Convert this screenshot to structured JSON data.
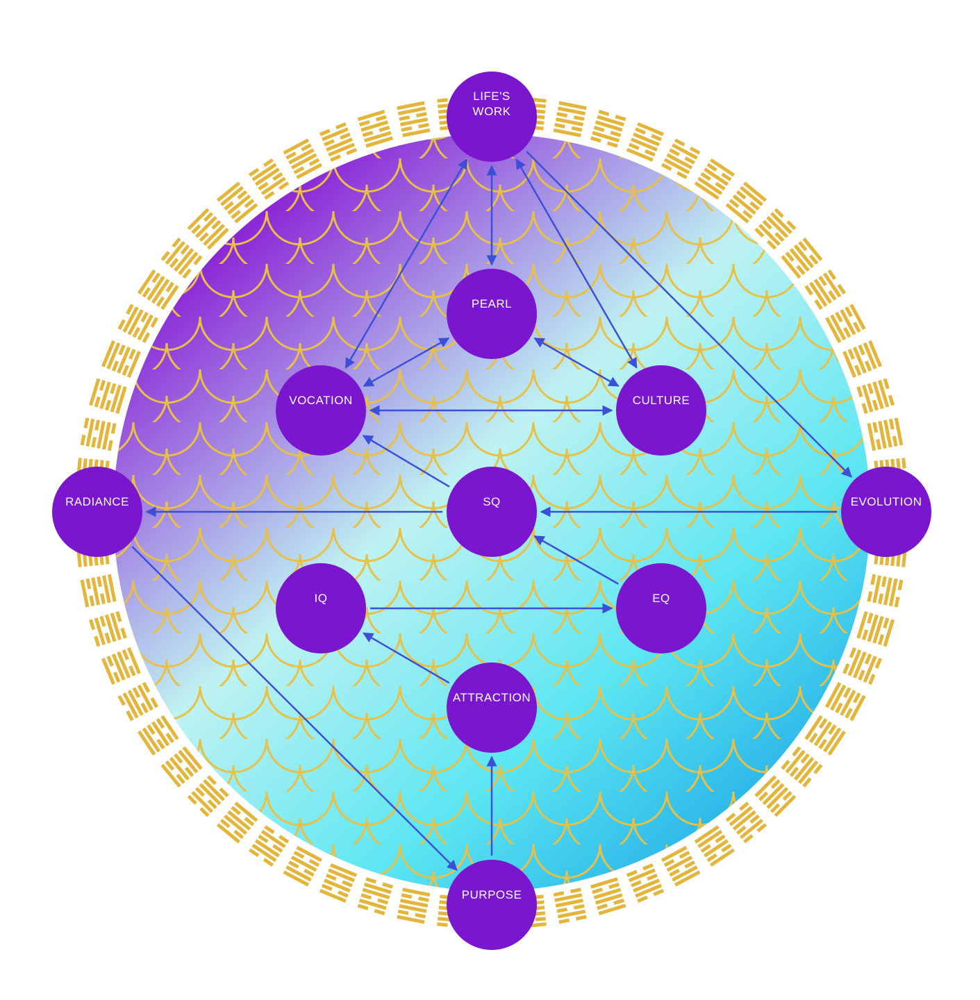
{
  "colors": {
    "node_fill": "#7B16CF",
    "arrow": "#3B50D6",
    "gold": "#E3B53A",
    "gradient_purple": "#8A20D6",
    "gradient_light": "#BFF2F2",
    "gradient_cyan": "#5CE6F2",
    "gradient_blue": "#1AA6E6",
    "background": "#FFFFFF"
  },
  "nodes": [
    {
      "id": "lifes_work",
      "lines": [
        "LIFE'S",
        "WORK"
      ]
    },
    {
      "id": "pearl",
      "lines": [
        "PEARL"
      ]
    },
    {
      "id": "vocation",
      "lines": [
        "VOCATION"
      ]
    },
    {
      "id": "culture",
      "lines": [
        "CULTURE"
      ]
    },
    {
      "id": "radiance",
      "lines": [
        "RADIANCE"
      ]
    },
    {
      "id": "sq",
      "lines": [
        "SQ"
      ]
    },
    {
      "id": "evolution",
      "lines": [
        "EVOLUTION"
      ]
    },
    {
      "id": "iq",
      "lines": [
        "IQ"
      ]
    },
    {
      "id": "eq",
      "lines": [
        "EQ"
      ]
    },
    {
      "id": "attraction",
      "lines": [
        "ATTRACTION"
      ]
    },
    {
      "id": "purpose",
      "lines": [
        "PURPOSE"
      ]
    }
  ],
  "connections": [
    {
      "from": "lifes_work",
      "to": "pearl",
      "direction": "both"
    },
    {
      "from": "lifes_work",
      "to": "vocation",
      "direction": "both"
    },
    {
      "from": "lifes_work",
      "to": "culture",
      "direction": "both"
    },
    {
      "from": "lifes_work",
      "to": "evolution",
      "direction": "forward"
    },
    {
      "from": "pearl",
      "to": "vocation",
      "direction": "both"
    },
    {
      "from": "pearl",
      "to": "culture",
      "direction": "both"
    },
    {
      "from": "vocation",
      "to": "culture",
      "direction": "both"
    },
    {
      "from": "sq",
      "to": "vocation",
      "direction": "forward"
    },
    {
      "from": "sq",
      "to": "radiance",
      "direction": "forward"
    },
    {
      "from": "evolution",
      "to": "sq",
      "direction": "forward"
    },
    {
      "from": "eq",
      "to": "sq",
      "direction": "forward"
    },
    {
      "from": "iq",
      "to": "eq",
      "direction": "forward"
    },
    {
      "from": "attraction",
      "to": "iq",
      "direction": "forward"
    },
    {
      "from": "purpose",
      "to": "attraction",
      "direction": "forward"
    },
    {
      "from": "radiance",
      "to": "purpose",
      "direction": "forward"
    }
  ]
}
